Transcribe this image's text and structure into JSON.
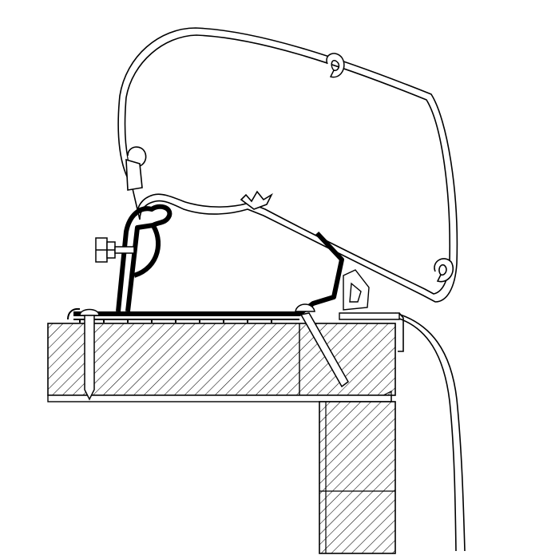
{
  "diagram": {
    "colors": {
      "line": "#000000",
      "background": "#ffffff",
      "adapter_profile": "#000000"
    },
    "parts": [
      "awning-housing",
      "adapter-rail",
      "roof-section",
      "wall-section",
      "bolt",
      "screw",
      "end-cap",
      "vehicle-outer-skin"
    ]
  }
}
